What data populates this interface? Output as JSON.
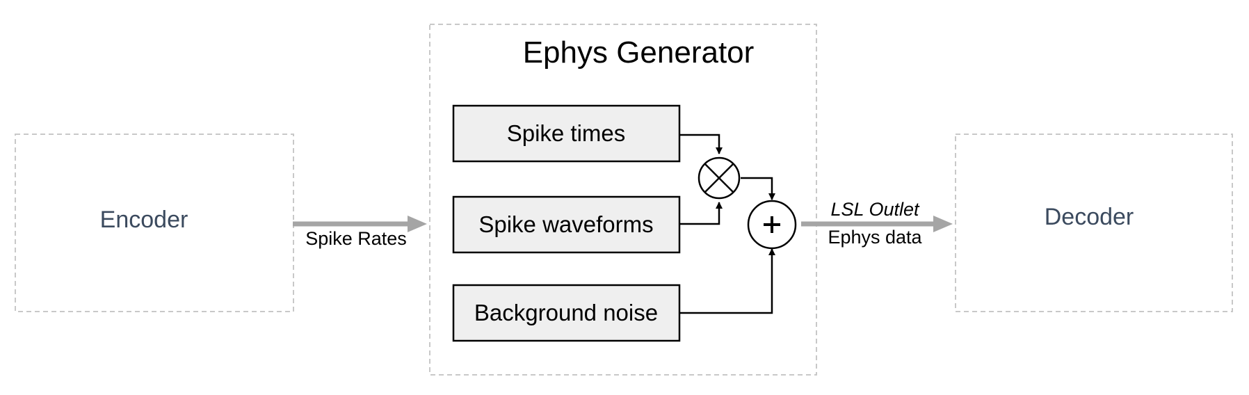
{
  "encoder": {
    "label": "Encoder"
  },
  "decoder": {
    "label": "Decoder"
  },
  "generator": {
    "title": "Ephys Generator",
    "blocks": [
      {
        "id": "spike_times",
        "label": "Spike times"
      },
      {
        "id": "spike_waveforms",
        "label": "Spike waveforms"
      },
      {
        "id": "background_noise",
        "label": "Background noise"
      }
    ],
    "operators": {
      "multiply": "×",
      "add": "+"
    }
  },
  "edges": {
    "encoder_to_generator": {
      "label": "Spike Rates"
    },
    "generator_to_decoder": {
      "top_label": "LSL Outlet",
      "bottom_label": "Ephys data"
    }
  },
  "colors": {
    "node_label": "#3b4a5e",
    "dashed_border": "#c8c8c8",
    "block_fill": "#efefef",
    "arrow_gray": "#a5a5a5"
  }
}
